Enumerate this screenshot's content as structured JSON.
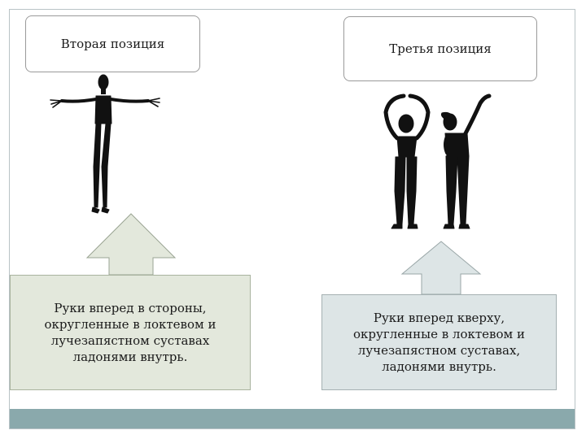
{
  "left_panel": {
    "title": "Вторая позиция",
    "description_lines": [
      "Руки вперед в стороны,",
      "округленные в локтевом и",
      "лучезапястном суставах",
      "ладонями внутрь."
    ]
  },
  "right_panel": {
    "title": "Третья позиция",
    "description_lines": [
      "Руки вперед кверху,",
      "округленные в локтевом и",
      "лучезапястном суставах,",
      "ладонями внутрь."
    ]
  },
  "colors": {
    "left_box_fill": "#e3e8dc",
    "right_box_fill": "#dde5e6",
    "arrow_left_fill": "#e3e8dc",
    "arrow_right_fill": "#dde5e6",
    "footer_bar": "#8aa9ac"
  }
}
